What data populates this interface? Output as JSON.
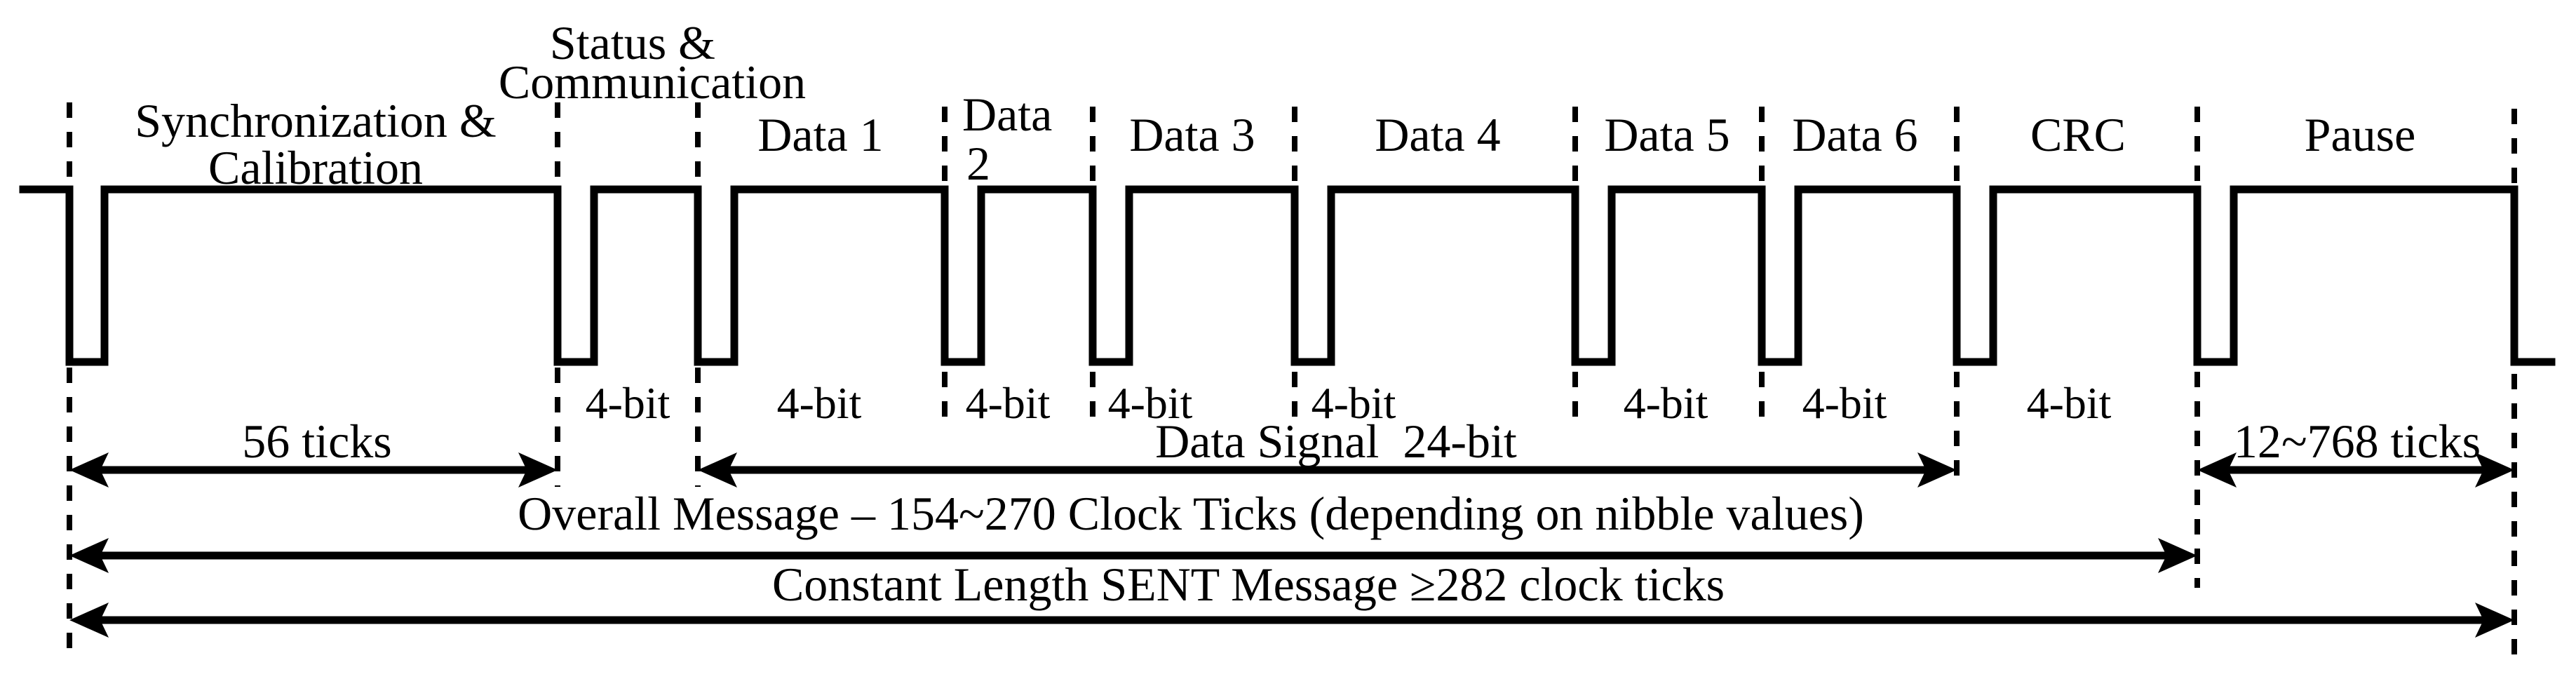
{
  "sections": {
    "sync_line1": "Synchronization &",
    "sync_line2": "Calibration",
    "status_line1": "Status &",
    "status_line2": "Communication",
    "data1": "Data 1",
    "data2_line1": "Data",
    "data2_line2": "2",
    "data3": "Data 3",
    "data4": "Data 4",
    "data5": "Data 5",
    "data6": "Data 6",
    "crc": "CRC",
    "pause": "Pause"
  },
  "labels": {
    "four_bit": "4-bit"
  },
  "measurements": {
    "sync_ticks": "56 ticks",
    "data_signal": "Data Signal  24-bit",
    "pause_ticks": "12~768 ticks",
    "overall_message": "Overall Message – 154~270 Clock Ticks (depending on nibble values)",
    "constant_length": "Constant Length SENT Message ≥282 clock ticks"
  },
  "colors": {
    "ink": "#000000",
    "background": "#ffffff"
  }
}
